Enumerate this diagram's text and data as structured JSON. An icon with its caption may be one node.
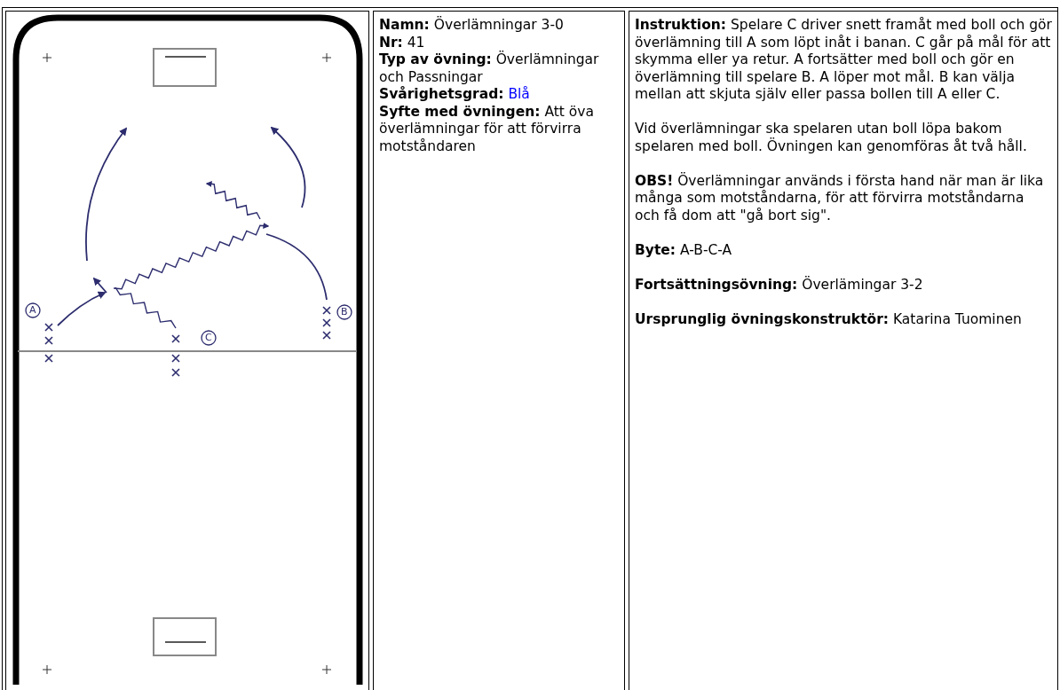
{
  "diagram": {
    "nodes": [
      {
        "text": [
          "**Namn:** Överlämningar 3-0",
          "**Nr:** 41",
          "**Typ av övning:** Överlämningar och Passningar",
          "**Svårighetsgrad:**",
          "Blå",
          "**Syfte med övningen:** Att öva överlämningar för att förvirra motståndaren"
        ]
      },
      {
        "text": [
          "**Instruktion:** Spelare C driver snett framåt med boll och gör överlämning till A som löpt inåt i banan. C går på mål för att skymma eller ya retur. A fortsätter med boll och gör en överlämning till spelare B. A löper mot mål. B kan välja mellan att skjuta själv eller passa bollen till A eller C.",
          "Vid överlämningar ska spelaren utan boll löpa bakom spelaren med boll. Övningen kan genomföras åt två håll.",
          "**OBS!** Överlämningar används i första hand när man är lika många som motståndarna, för att förvirra motståndarna och få dom att \"gå bort sig\".",
          "**Byte:** A-B-C-A",
          "**Fortsättningsövning:** Överlämingar 3-2",
          "**Ursprunglig övningskonstruktör:** Katarina Tuominen"
        ]
      }
    ],
    "labels": [
      "A",
      "C",
      "B"
    ]
  }
}
